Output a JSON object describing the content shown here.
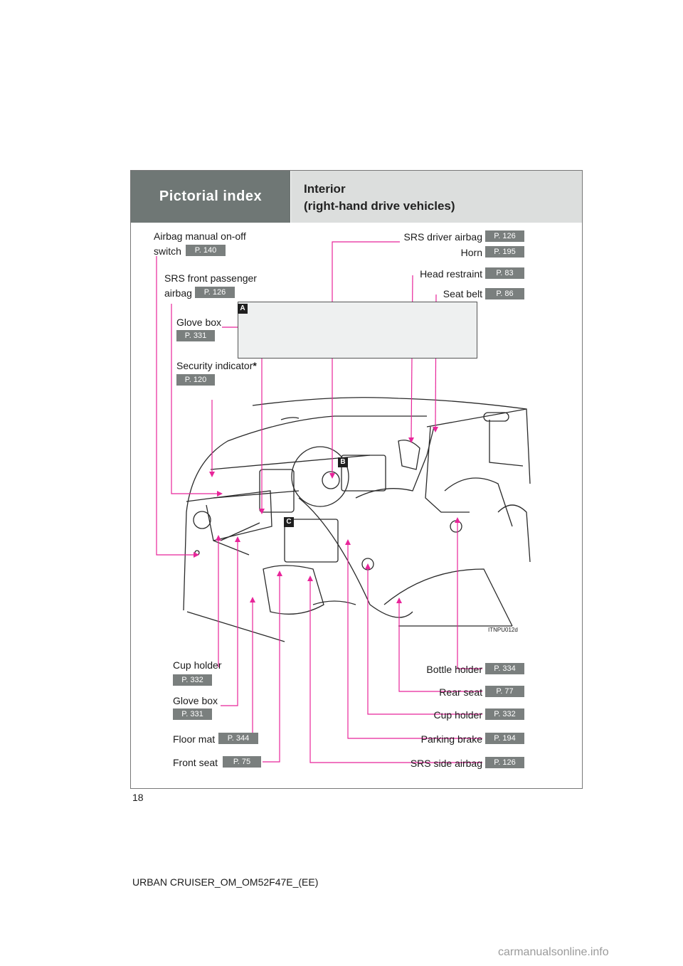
{
  "header": {
    "section": "Pictorial index",
    "title_line1": "Interior",
    "title_line2": "(right-hand drive vehicles)"
  },
  "callouts": {
    "airbag_switch_line1": "Airbag manual on-off",
    "airbag_switch_line2": "switch",
    "airbag_switch_page": "P. 140",
    "srs_front_pass_line1": "SRS front passenger",
    "srs_front_pass_line2": "airbag",
    "srs_front_pass_page": "P. 126",
    "glove_box_top": "Glove box",
    "glove_box_top_page": "P. 331",
    "security_indicator": "Security indicator",
    "security_indicator_mark": "*",
    "security_indicator_page": "P. 120",
    "srs_driver_airbag": "SRS driver airbag",
    "srs_driver_airbag_page": "P. 126",
    "horn": "Horn",
    "horn_page": "P. 195",
    "head_restraint": "Head restraint",
    "head_restraint_page": "P. 83",
    "seat_belt": "Seat belt",
    "seat_belt_page": "P. 86",
    "cup_holder_left": "Cup holder",
    "cup_holder_left_page": "P. 332",
    "glove_box_bottom": "Glove box",
    "glove_box_bottom_page": "P. 331",
    "floor_mat": "Floor mat",
    "floor_mat_page": "P. 344",
    "front_seat": "Front seat",
    "front_seat_page": "P. 75",
    "bottle_holder": "Bottle holder",
    "bottle_holder_page": "P. 334",
    "rear_seat": "Rear seat",
    "rear_seat_page": "P. 77",
    "cup_holder_right": "Cup holder",
    "cup_holder_right_page": "P. 332",
    "parking_brake": "Parking brake",
    "parking_brake_page": "P. 194",
    "srs_side_airbag": "SRS side airbag",
    "srs_side_airbag_page": "P. 126"
  },
  "tags": {
    "a": "A",
    "b": "B",
    "c": "C"
  },
  "image_code": "ITNPU012d",
  "page_number": "18",
  "footer": "URBAN CRUISER_OM_OM52F47E_(EE)",
  "watermark": "carmanualsonline.info",
  "colors": {
    "leader": "#e8259a",
    "header_dark": "#6f7775",
    "header_light": "#dcdedd",
    "page_tag": "#7a7f7e"
  }
}
